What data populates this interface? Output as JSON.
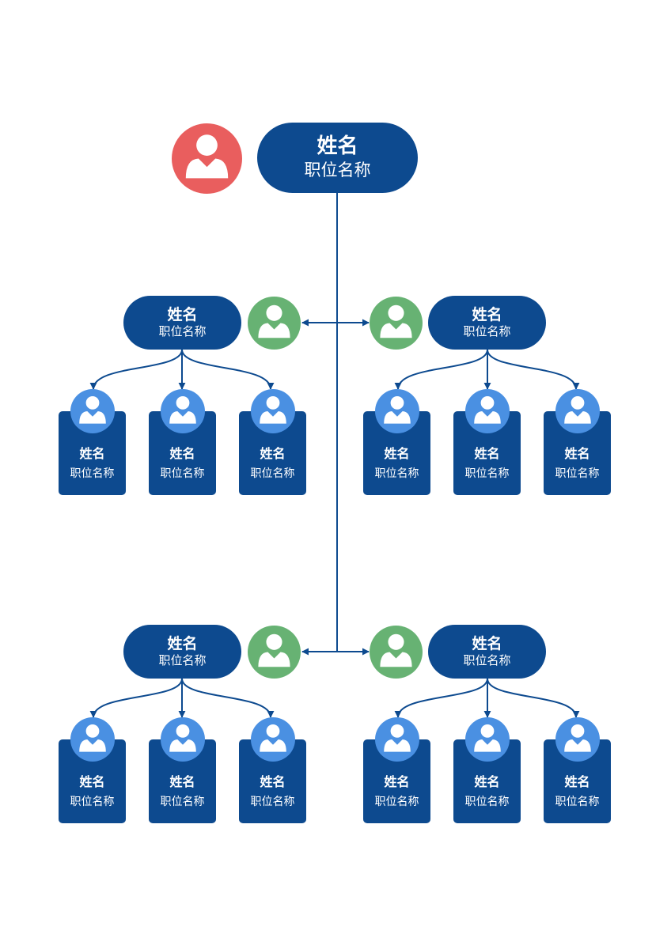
{
  "colors": {
    "box": "#0d4a8f",
    "line": "#0d4a8f",
    "ceo_avatar": "#e95e5e",
    "manager_avatar": "#67b273",
    "staff_avatar": "#4a90e2",
    "avatar_figure": "#ffffff"
  },
  "icon": "person-icon",
  "ceo": {
    "name": "姓名",
    "title": "职位名称"
  },
  "managers": [
    {
      "name": "姓名",
      "title": "职位名称",
      "staff": [
        {
          "name": "姓名",
          "title": "职位名称"
        },
        {
          "name": "姓名",
          "title": "职位名称"
        },
        {
          "name": "姓名",
          "title": "职位名称"
        }
      ]
    },
    {
      "name": "姓名",
      "title": "职位名称",
      "staff": [
        {
          "name": "姓名",
          "title": "职位名称"
        },
        {
          "name": "姓名",
          "title": "职位名称"
        },
        {
          "name": "姓名",
          "title": "职位名称"
        }
      ]
    },
    {
      "name": "姓名",
      "title": "职位名称",
      "staff": [
        {
          "name": "姓名",
          "title": "职位名称"
        },
        {
          "name": "姓名",
          "title": "职位名称"
        },
        {
          "name": "姓名",
          "title": "职位名称"
        }
      ]
    },
    {
      "name": "姓名",
      "title": "职位名称",
      "staff": [
        {
          "name": "姓名",
          "title": "职位名称"
        },
        {
          "name": "姓名",
          "title": "职位名称"
        },
        {
          "name": "姓名",
          "title": "职位名称"
        }
      ]
    }
  ]
}
